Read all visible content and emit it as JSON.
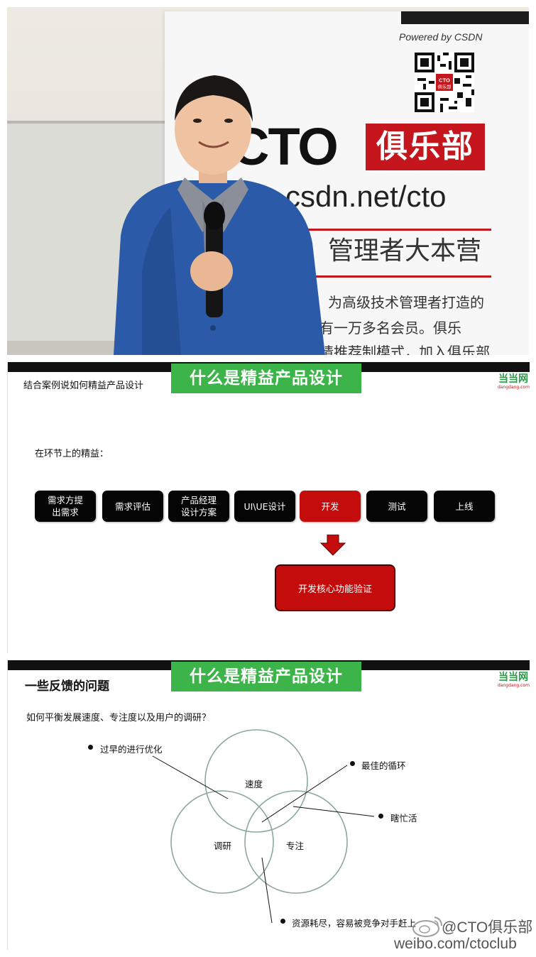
{
  "photo": {
    "powered_by": "Powered by CSDN",
    "qr_badge_line1": "CTO",
    "qr_badge_line2": "俱乐部",
    "logo_text": "CTO",
    "club_text": "俱乐部",
    "url": "csdn.net/cto",
    "slogan": "管理者大本营",
    "blurb_line1": "为高级技术管理者打造的",
    "blurb_line2": "，现有一万多名会员。俱乐",
    "blurb_line3": "的邀请推荐制模式，加入俱乐部"
  },
  "slide1": {
    "title": "什么是精益产品设计",
    "subtitle": "结合案例说如何精益产品设计",
    "brand_main": "当当网",
    "brand_sub": "dangdang.com",
    "section_label": "在环节上的精益：",
    "steps": [
      {
        "line1": "需求方提",
        "line2": "出需求",
        "active": false
      },
      {
        "line1": "需求评估",
        "line2": "",
        "active": false
      },
      {
        "line1": "产品经理",
        "line2": "设计方案",
        "active": false
      },
      {
        "line1": "UI\\UE设计",
        "line2": "",
        "active": false
      },
      {
        "line1": "开发",
        "line2": "",
        "active": true
      },
      {
        "line1": "测试",
        "line2": "",
        "active": false
      },
      {
        "line1": "上线",
        "line2": "",
        "active": false
      }
    ],
    "result": "开发核心功能验证",
    "colors": {
      "step": "#050505",
      "active": "#c40c0c",
      "title_bg": "#3cb44a"
    }
  },
  "slide2": {
    "title": "什么是精益产品设计",
    "subtitle": "一些反馈的问题",
    "brand_main": "当当网",
    "brand_sub": "dangdang.com",
    "question": "如何平衡发展速度、专注度以及用户的调研？",
    "circles": {
      "top": "速度",
      "left": "调研",
      "right": "专注"
    },
    "callouts": {
      "premature": "过早的进行优化",
      "best_loop": "最佳的循环",
      "busy": "瞎忙活",
      "exhausted": "资源耗尽，容易被竞争对手赶上"
    }
  },
  "watermark": {
    "handle": "@CTO俱乐部",
    "url": "weibo.com/ctoclub"
  }
}
